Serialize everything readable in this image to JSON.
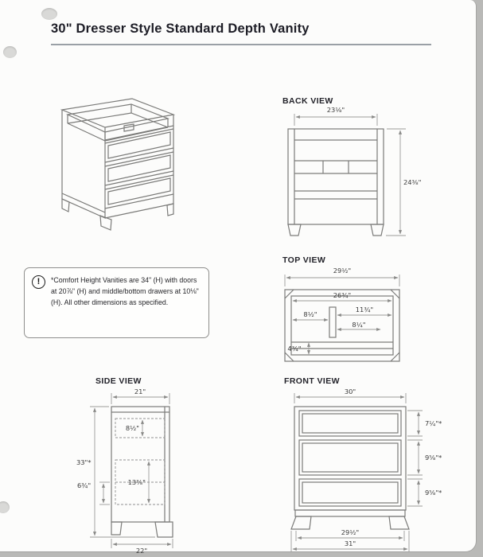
{
  "page": {
    "title": "30\" Dresser Style Standard Depth Vanity"
  },
  "note": {
    "icon": "!",
    "text": "*Comfort Height Vanities are 34\" (H) with doors at 20⅞\" (H) and middle/bottom drawers at 10⅛\" (H). All other dimensions as specified."
  },
  "views": {
    "back": {
      "label": "BACK VIEW",
      "width": "23⅛\"",
      "height": "24⅜\""
    },
    "top": {
      "label": "TOP VIEW",
      "overall_width": "29½\"",
      "inner_width": "26¾\"",
      "left_section": "8½\"",
      "right_section": "11¾\"",
      "right_lower": "8¼\"",
      "front_depth": "4¾\""
    },
    "side": {
      "label": "SIDE VIEW",
      "top_width": "21\"",
      "drawer_depth": "8½\"",
      "height": "33\"*",
      "drawer_stack": "13⅜\"",
      "base_height": "6¾\"",
      "bottom_width": "22\""
    },
    "front": {
      "label": "FRONT VIEW",
      "top_width": "30\"",
      "top_drawer": "7¼\"*",
      "middle_drawer": "9⅝\"*",
      "bottom_drawer": "9⅝\"*",
      "base_width": "29½\"",
      "overall_width": "31\""
    }
  }
}
